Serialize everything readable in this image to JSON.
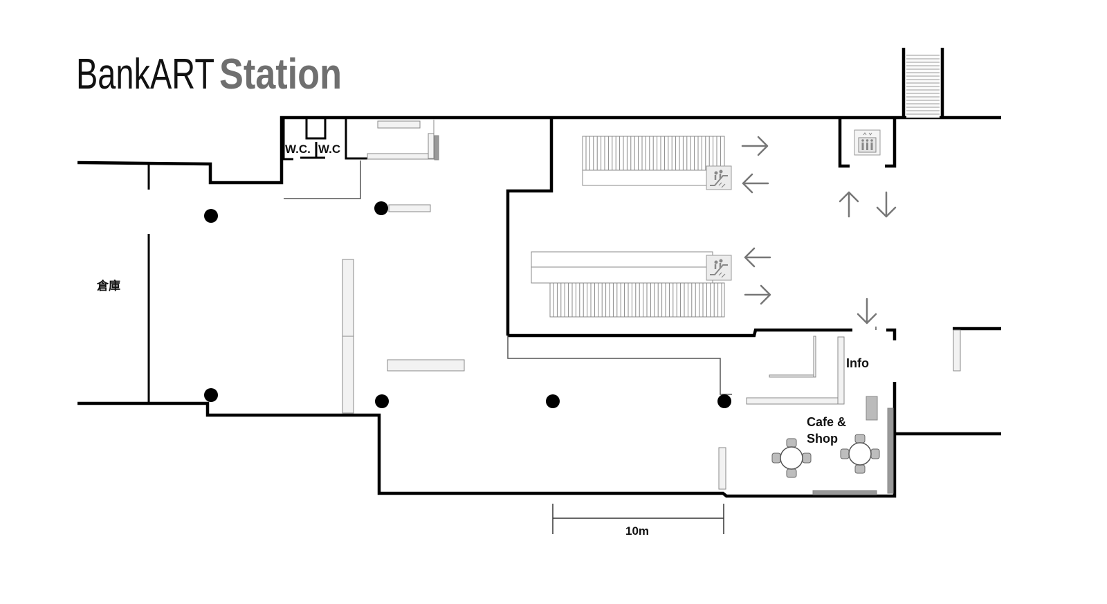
{
  "title": {
    "brand": "BankART",
    "name": "Station"
  },
  "rooms": {
    "toilet_left": "W.C.",
    "toilet_right": "W.C",
    "storage": "倉庫",
    "info": "Info",
    "cafe_line1": "Cafe &",
    "cafe_line2": "Shop"
  },
  "scale": {
    "label": "10m"
  },
  "icons": {
    "escalator": "escalator-icon",
    "elevator": "elevator-icon",
    "arrow_right": "arrow-right-icon",
    "arrow_left": "arrow-left-icon",
    "arrow_up": "arrow-up-icon",
    "arrow_down": "arrow-down-icon",
    "column": "column-icon",
    "cafe_table": "cafe-table-icon"
  },
  "colors": {
    "wall": "#000000",
    "arrow": "#777777",
    "fixture": "#888888",
    "fixture_fill": "#f2f2f2"
  }
}
